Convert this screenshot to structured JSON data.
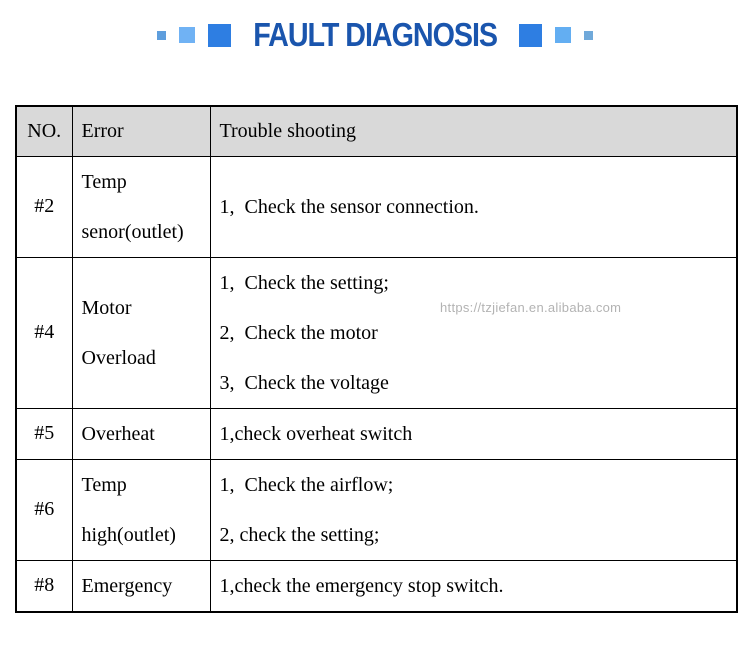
{
  "header": {
    "title": "FAULT DIAGNOSIS",
    "title_color": "#1a55ad",
    "squares_left": [
      {
        "size": "s",
        "color": "#5e9edd"
      },
      {
        "size": "m",
        "color": "#70b2f4"
      },
      {
        "size": "l",
        "color": "#2e7ee2"
      }
    ],
    "squares_right": [
      {
        "size": "l",
        "color": "#2e7ee2"
      },
      {
        "size": "m",
        "color": "#63aef2"
      },
      {
        "size": "s",
        "color": "#70a9da"
      }
    ]
  },
  "table": {
    "columns": [
      "NO.",
      "Error",
      "Trouble shooting"
    ],
    "header_bg": "#d9d9d9",
    "rows": [
      {
        "no": "#2",
        "error_lines": [
          "Temp",
          "senor(outlet)"
        ],
        "trouble_lines": [
          "1、 Check the sensor connection."
        ]
      },
      {
        "no": "#4",
        "error_lines": [
          "Motor",
          "Overload"
        ],
        "trouble_lines": [
          "1、 Check the setting;",
          "2、 Check the motor",
          "3、 Check the voltage"
        ]
      },
      {
        "no": "#5",
        "error_lines": [
          "Overheat"
        ],
        "trouble_lines": [
          "1,check overheat switch"
        ]
      },
      {
        "no": "#6",
        "error_lines": [
          "Temp",
          "high(outlet)"
        ],
        "trouble_lines": [
          "1、 Check the airflow;",
          "2, check the setting;"
        ]
      },
      {
        "no": "#8",
        "error_lines": [
          "Emergency"
        ],
        "trouble_lines": [
          "1,check the emergency stop switch."
        ]
      }
    ]
  },
  "watermark": {
    "text": "https://tzjiefan.en.alibaba.com"
  }
}
